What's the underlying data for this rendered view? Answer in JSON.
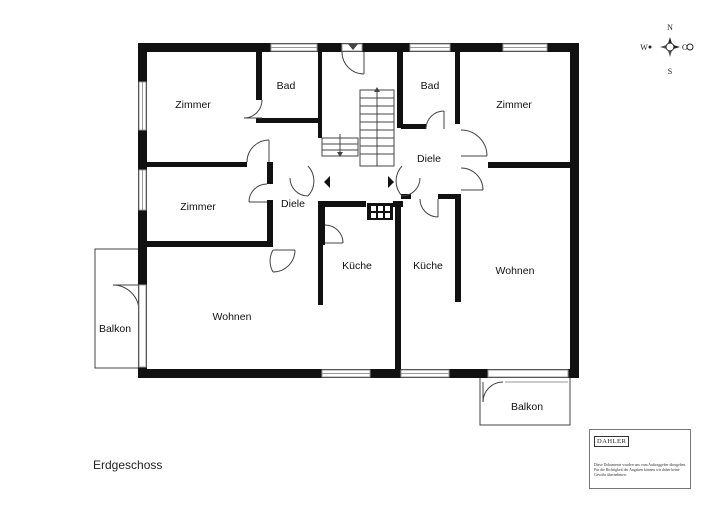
{
  "plan": {
    "floor_label": "Erdgeschoss",
    "rooms": {
      "zimmer_top_left": "Zimmer",
      "bad_left": "Bad",
      "bad_right": "Bad",
      "zimmer_top_right": "Zimmer",
      "zimmer_mid_left": "Zimmer",
      "diele_left": "Diele",
      "diele_right": "Diele",
      "kueche_left": "Küche",
      "kueche_right": "Küche",
      "wohnen_left": "Wohnen",
      "wohnen_right": "Wohnen",
      "balkon_left": "Balkon",
      "balkon_right": "Balkon"
    }
  },
  "compass": {
    "north": "N",
    "east": "O",
    "south": "S",
    "west": "W"
  },
  "stamp": {
    "brand": "DAHLER",
    "note": "Diese Dokumente wurden uns vom Auftraggeber übergeben. Für die Richtigkeit der Angaben können wir daher keine Gewähr übernehmen."
  },
  "colors": {
    "wall": "#111111",
    "window": "#9a9a9a",
    "thin": "#444444"
  }
}
